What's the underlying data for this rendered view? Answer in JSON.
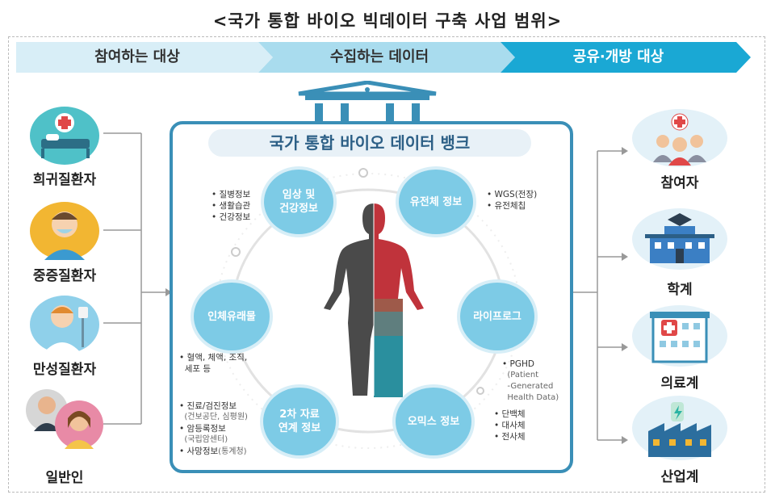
{
  "title": "<국가 통합 바이오 빅데이터 구축 사업 범위>",
  "stages": [
    "참여하는 대상",
    "수집하는 데이터",
    "공유·개방 대상"
  ],
  "participants": [
    "희귀질환자",
    "중증질환자",
    "만성질환자",
    "일반인"
  ],
  "bank_title": "국가 통합 바이오 데이터 뱅크",
  "bubbles": {
    "clinical": "임상 및\n건강정보",
    "genome": "유전체 정보",
    "biospecimen": "인체유래물",
    "lifelog": "라이프로그",
    "secondary": "2차 자료\n연계 정보",
    "omics": "오믹스 정보"
  },
  "bullets": {
    "clinical": [
      "질병정보",
      "생활습관",
      "건강정보"
    ],
    "genome": [
      "WGS(전장)",
      "유전체칩"
    ],
    "biospecimen": [
      "혈액, 체액, 조직,",
      "세포 등"
    ],
    "lifelog": [
      "PGHD",
      "(Patient",
      "-Generated",
      "Health Data)"
    ],
    "secondary": [
      {
        "main": "진료/검진정보",
        "sub": ""
      },
      {
        "main": "",
        "sub": "(건보공단, 심평원)"
      },
      {
        "main": "암등록정보",
        "sub": ""
      },
      {
        "main": "",
        "sub": "(국립암센터)"
      },
      {
        "main": "사망정보",
        "sub": "(통계청)"
      }
    ],
    "omics": [
      "단백체",
      "대사체",
      "전사체"
    ]
  },
  "targets": [
    "참여자",
    "학계",
    "의료계",
    "산업계"
  ],
  "colors": {
    "stage1": "#d8eef7",
    "stage2": "#a9dcee",
    "stage3": "#1aa8d4",
    "bank_border": "#3a8fb7",
    "bubble": "#7dcbe6",
    "body_left": "#4a4a4a",
    "body_right_top": "#c0333b",
    "body_right_bottom": "#2a8f9e"
  }
}
